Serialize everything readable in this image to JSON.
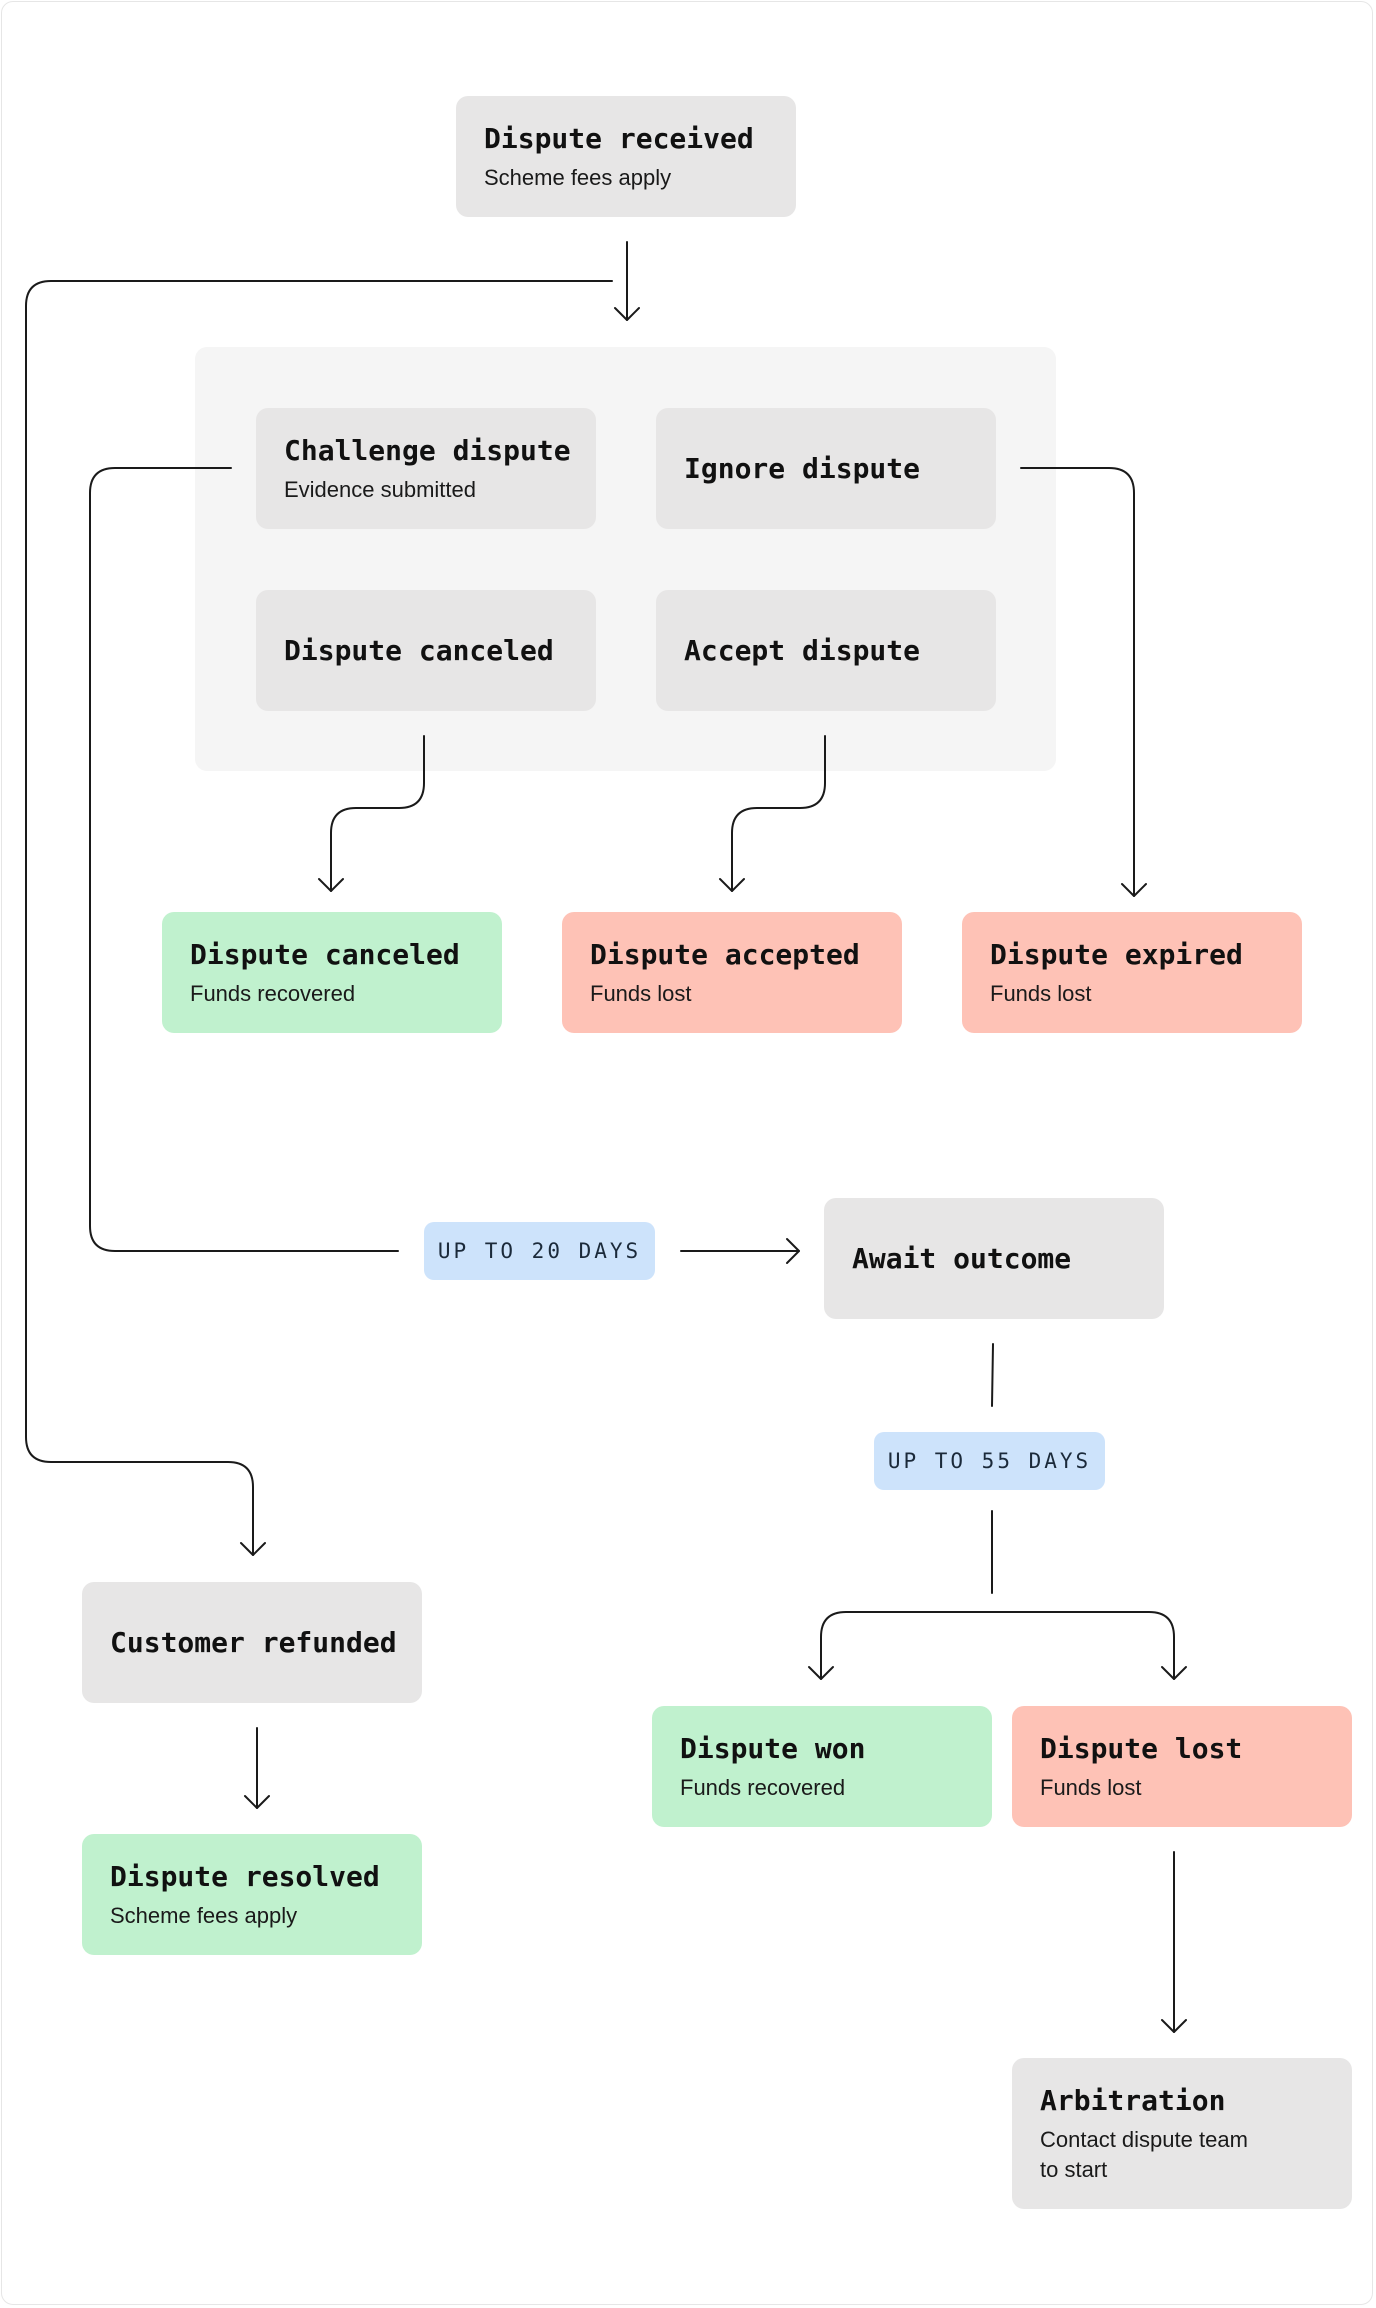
{
  "nodes": {
    "dispute_received": {
      "title": "Dispute received",
      "sub": "Scheme fees apply"
    },
    "challenge_dispute": {
      "title": "Challenge dispute",
      "sub": "Evidence submitted"
    },
    "ignore_dispute": {
      "title": "Ignore dispute"
    },
    "dispute_canceled_action": {
      "title": "Dispute canceled"
    },
    "accept_dispute": {
      "title": "Accept dispute"
    },
    "dispute_canceled_result": {
      "title": "Dispute canceled",
      "sub": "Funds recovered"
    },
    "dispute_accepted": {
      "title": "Dispute accepted",
      "sub": "Funds lost"
    },
    "dispute_expired": {
      "title": "Dispute expired",
      "sub": "Funds lost"
    },
    "await_outcome": {
      "title": "Await outcome"
    },
    "customer_refunded": {
      "title": "Customer refunded"
    },
    "dispute_resolved": {
      "title": "Dispute resolved",
      "sub": "Scheme fees apply"
    },
    "dispute_won": {
      "title": "Dispute won",
      "sub": "Funds recovered"
    },
    "dispute_lost": {
      "title": "Dispute lost",
      "sub": "Funds lost"
    },
    "arbitration": {
      "title": "Arbitration",
      "sub_line1": "Contact dispute team",
      "sub_line2": "to start"
    }
  },
  "labels": {
    "up_to_20_days": "UP TO 20 DAYS",
    "up_to_55_days": "UP TO 55 DAYS"
  },
  "colors": {
    "neutral": "#e7e6e6",
    "group": "#f5f5f5",
    "success": "#c0f1ce",
    "failure": "#fec2b6",
    "duration": "#cde3fb",
    "line": "#1a1a1a"
  }
}
